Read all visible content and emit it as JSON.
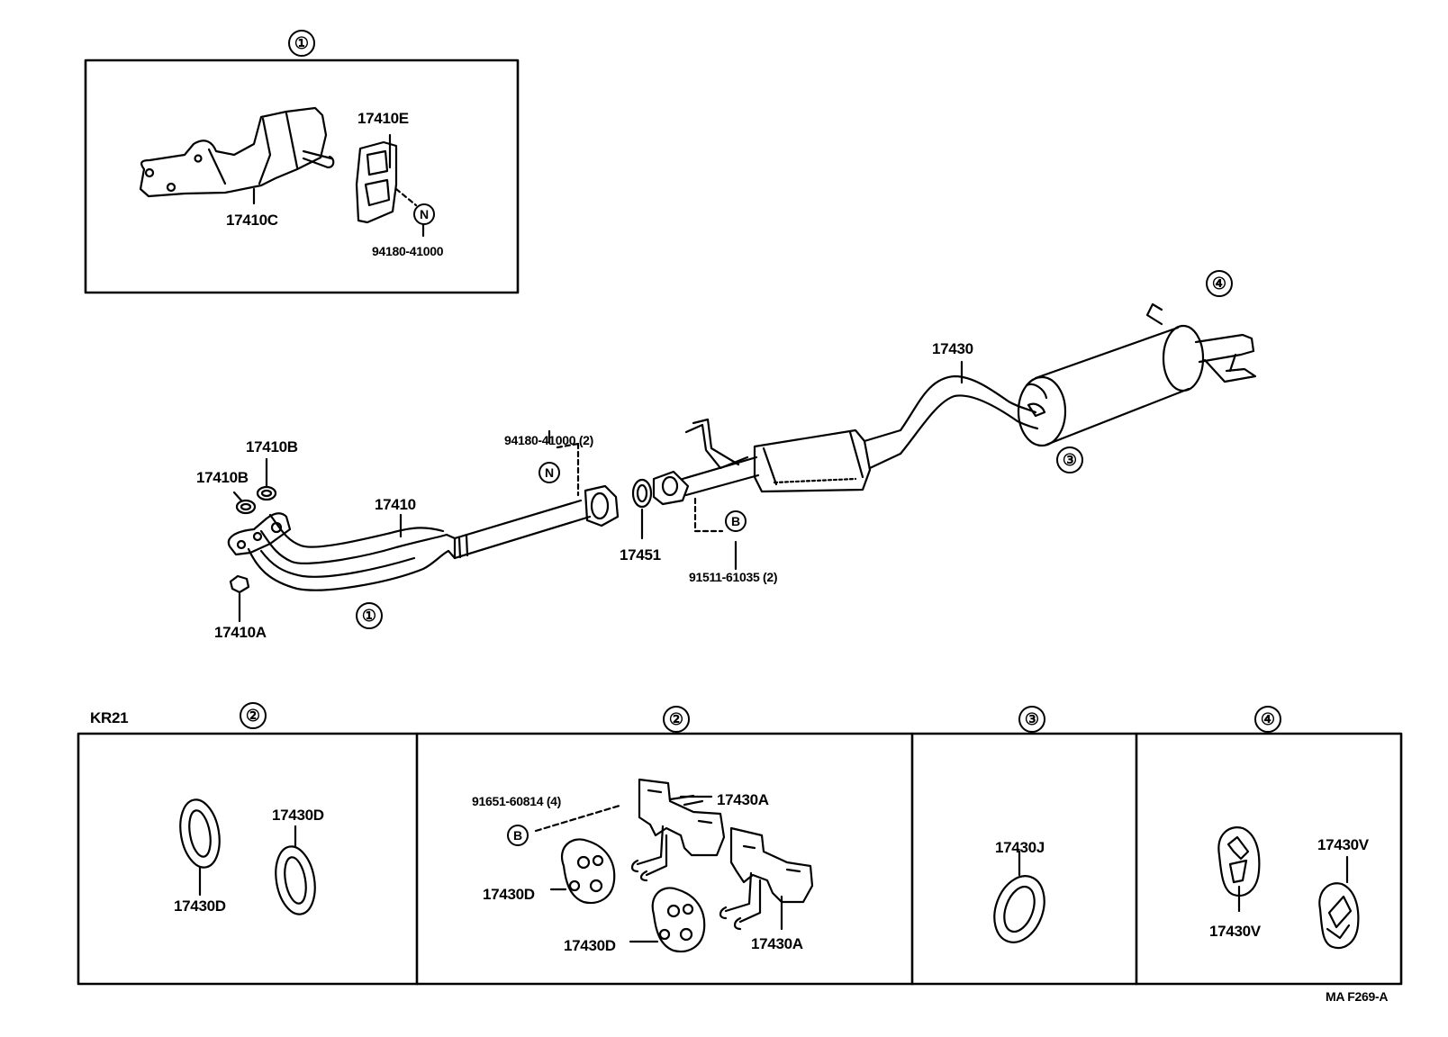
{
  "diagram": {
    "region_1": "①",
    "region_2": "②",
    "region_3": "③",
    "region_4": "④",
    "mark_n": "N",
    "mark_b": "B",
    "model_code": "KR21",
    "figure_code": "MA  F269-A",
    "callouts": {
      "inset_heat_insulator": "17410C",
      "inset_bracket": "17410E",
      "inset_nut": "94180-41000",
      "gasket_b_upper": "17410B",
      "gasket_b_lower": "17410B",
      "exhaust_front_pipe": "17410",
      "stud_bolt": "17410A",
      "nut_flange": "94180-41000 (2)",
      "pipe_gasket": "17451",
      "bolt_flange": "91511-61035 (2)",
      "tail_pipe": "17430",
      "kr21_support_left": "17430D",
      "kr21_support_right": "17430D",
      "bolt_bracket": "91651-60814 (4)",
      "bracket_upper": "17430A",
      "bracket_lower": "17430A",
      "support_upper": "17430D",
      "support_lower": "17430D",
      "ring_support": "17430J",
      "hanger_left": "17430V",
      "hanger_right": "17430V"
    }
  }
}
